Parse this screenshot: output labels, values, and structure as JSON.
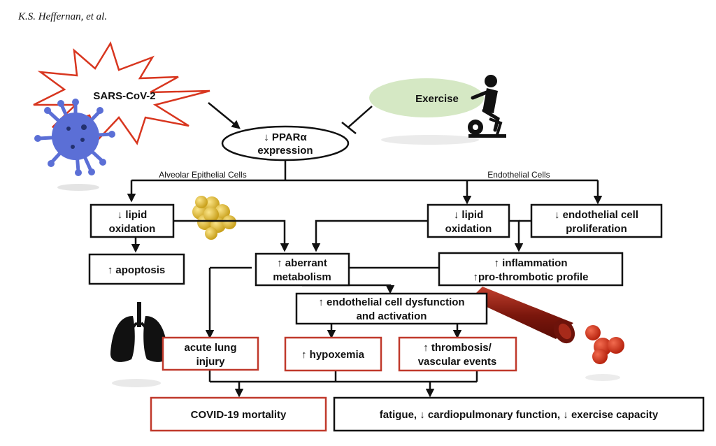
{
  "header": {
    "author": "K.S. Heffernan, et al."
  },
  "diagram": {
    "sars": "SARS-CoV-2",
    "exercise": "Exercise",
    "ppar_line1": "↓ PPARα",
    "ppar_line2": "expression",
    "alveolar_label": "Alveolar Epithelial Cells",
    "endothelial_label": "Endothelial Cells",
    "lipid_ox_left_1": "↓ lipid",
    "lipid_ox_left_2": "oxidation",
    "lipid_ox_right_1": "↓ lipid",
    "lipid_ox_right_2": "oxidation",
    "endo_prolif_1": "↓ endothelial cell",
    "endo_prolif_2": "proliferation",
    "apoptosis": "↑ apoptosis",
    "aberrant_1": "↑ aberrant",
    "aberrant_2": "metabolism",
    "inflammation_1": "↑ inflammation",
    "inflammation_2": "↑pro-thrombotic profile",
    "dysfunction_1": "↑ endothelial cell dysfunction",
    "dysfunction_2": "and activation",
    "lung_injury_1": "acute lung",
    "lung_injury_2": "injury",
    "hypoxemia": "↑ hypoxemia",
    "thrombosis_1": "↑ thrombosis/",
    "thrombosis_2": "vascular events",
    "mortality": "COVID-19 mortality",
    "fatigue": "fatigue, ↓ cardiopulmonary function, ↓ exercise capacity"
  },
  "colors": {
    "red_border": "#c0392b",
    "virus": "#5b6fd6",
    "exercise_ellipse": "#d5e8c4",
    "lipid_blob": "#e8c23a",
    "vessel": "#8b1c12",
    "rbc": "#d8361f"
  },
  "icons": [
    "burst-icon",
    "virus-icon",
    "bike-icon",
    "lipid-droplet-icon",
    "lungs-icon",
    "blood-vessel-icon",
    "red-blood-cells-icon"
  ]
}
